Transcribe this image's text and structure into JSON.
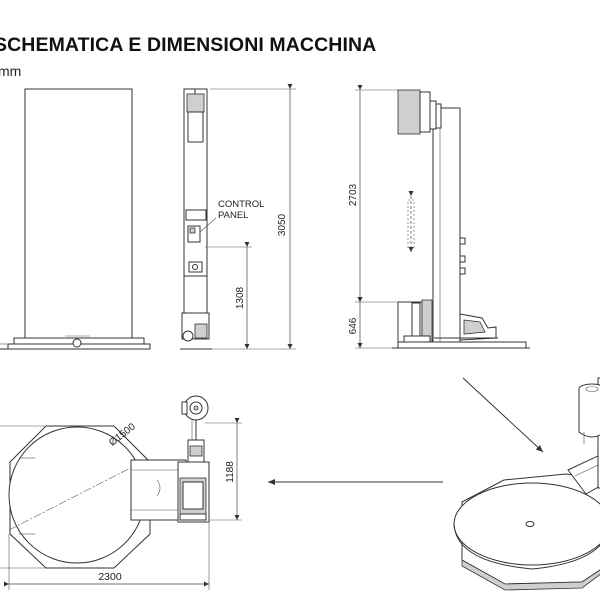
{
  "title": "SCHEMATICA E DIMENSIONI MACCHINA",
  "unit": "mm",
  "labels": {
    "control_panel_line1": "CONTROL",
    "control_panel_line2": "PANEL",
    "dim_3050": "3050",
    "dim_1308": "1308",
    "dim_2703": "2703",
    "dim_646": "646",
    "dim_diameter": "Ø1500",
    "dim_1188": "1188",
    "dim_2300": "2300"
  }
}
